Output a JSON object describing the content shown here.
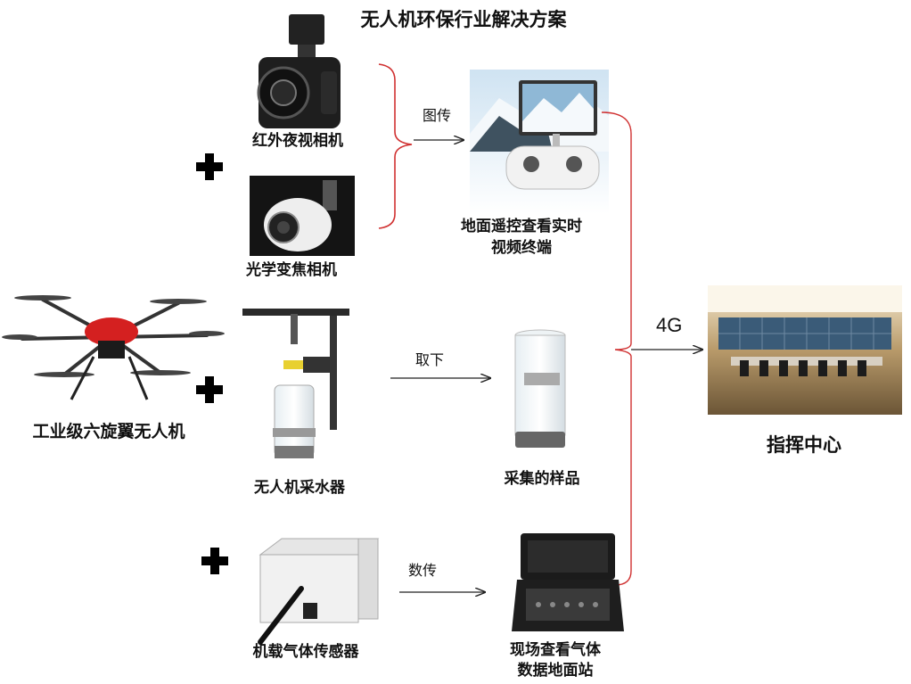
{
  "title": "无人机环保行业解决方案",
  "devices": {
    "ir_camera": "红外夜视相机",
    "optical_camera": "光学变焦相机",
    "drone": "工业级六旋翼无人机",
    "water_sampler": "无人机采水器",
    "gas_sensor": "机载气体传感器",
    "remote_terminal_line1": "地面遥控查看实时",
    "remote_terminal_line2": "视频终端",
    "sample": "采集的样品",
    "ground_station_line1": "现场查看气体",
    "ground_station_line2": "数据地面站",
    "command_center": "指挥中心"
  },
  "links": {
    "image_transmission": "图传",
    "take_off": "取下",
    "data_transmission": "数传",
    "network": "4G"
  },
  "colors": {
    "bracket": "#d03030",
    "arrow": "#222222",
    "drone_body": "#d42020"
  }
}
